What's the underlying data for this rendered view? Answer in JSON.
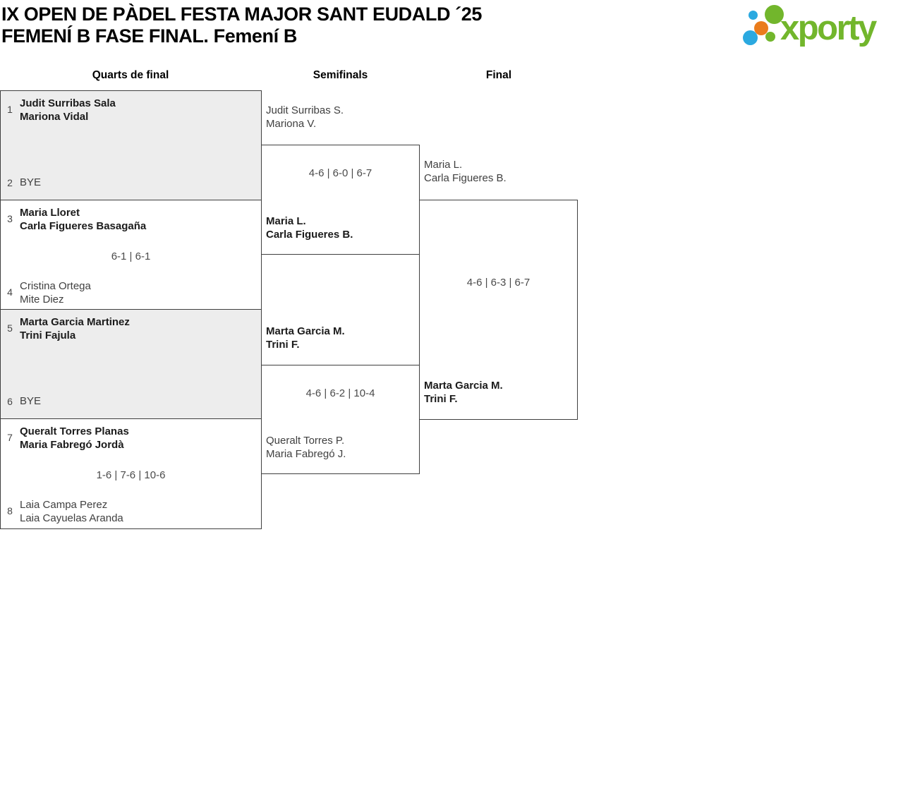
{
  "title": {
    "line1": "IX OPEN DE PÀDEL FESTA MAJOR SANT EUDALD ´25",
    "line2": "FEMENÍ B FASE FINAL. Femení B"
  },
  "logo": {
    "text": "xporty",
    "colors": {
      "green": "#72b62c",
      "blue": "#2ba9e0",
      "orange": "#ea7c1c"
    }
  },
  "round_headers": {
    "quarterfinals": "Quarts de final",
    "semifinals": "Semifinals",
    "final": "Final"
  },
  "bracket": {
    "quarterfinals": [
      {
        "seed_top": "1",
        "team_top": {
          "line1": "Judit Surribas Sala",
          "line2": "Mariona Vidal"
        },
        "seed_bottom": "2",
        "team_bottom": {
          "line1": "BYE"
        }
      },
      {
        "seed_top": "3",
        "team_top": {
          "line1": "Maria Lloret",
          "line2": "Carla Figueres Basagaña"
        },
        "score": "6-1 | 6-1",
        "seed_bottom": "4",
        "team_bottom": {
          "line1": "Cristina Ortega",
          "line2": "Mite Diez"
        }
      },
      {
        "seed_top": "5",
        "team_top": {
          "line1": "Marta Garcia Martinez",
          "line2": "Trini Fajula"
        },
        "seed_bottom": "6",
        "team_bottom": {
          "line1": "BYE"
        }
      },
      {
        "seed_top": "7",
        "team_top": {
          "line1": "Queralt Torres Planas",
          "line2": "Maria Fabregó Jordà"
        },
        "score": "1-6 | 7-6 | 10-6",
        "seed_bottom": "8",
        "team_bottom": {
          "line1": "Laia Campa Perez",
          "line2": "Laia Cayuelas Aranda"
        }
      }
    ],
    "semifinals": [
      {
        "team_top": {
          "line1": "Judit Surribas S.",
          "line2": "Mariona V."
        },
        "score": "4-6 | 6-0 | 6-7",
        "team_bottom": {
          "line1": "Maria L.",
          "line2": "Carla Figueres B."
        }
      },
      {
        "team_top": {
          "line1": "Marta Garcia M.",
          "line2": "Trini F."
        },
        "score": "4-6 | 6-2 | 10-4",
        "team_bottom": {
          "line1": "Queralt Torres P.",
          "line2": "Maria Fabregó J."
        }
      }
    ],
    "final": {
      "team_top": {
        "line1": "Maria L.",
        "line2": "Carla Figueres B."
      },
      "score": "4-6 | 6-3 | 6-7",
      "team_bottom": {
        "line1": "Marta Garcia M.",
        "line2": "Trini F."
      }
    }
  }
}
